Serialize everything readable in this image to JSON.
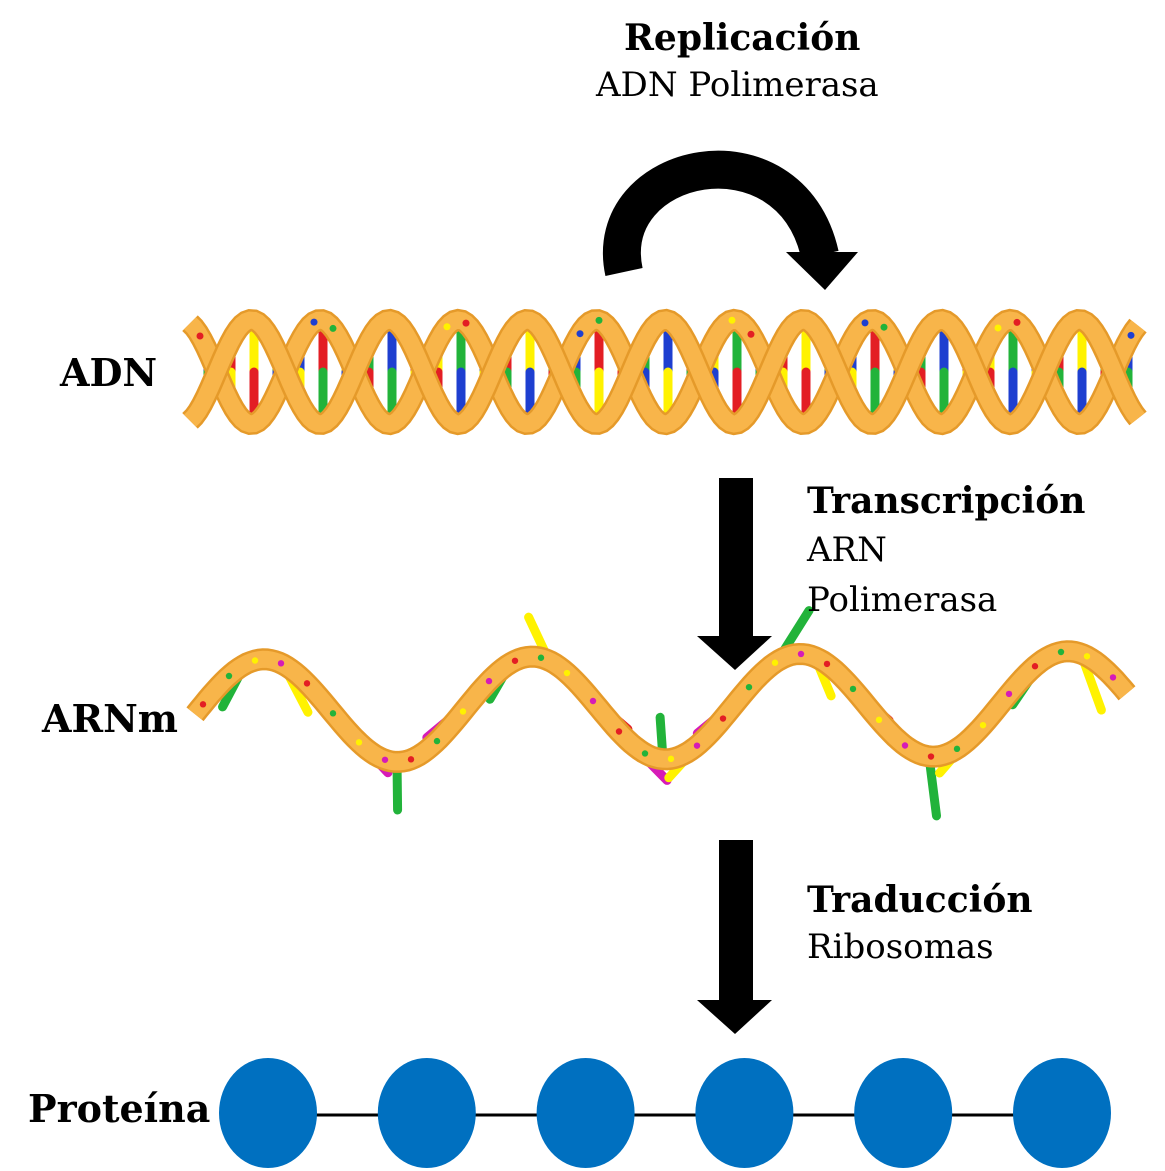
{
  "diagram": {
    "labels": {
      "dna": "ADN",
      "mrna": "ARNm",
      "protein": "Proteína"
    },
    "replication": {
      "title": "Replicación",
      "enzyme": "ADN Polimerasa"
    },
    "transcription": {
      "title": "Transcripción",
      "enzyme_line1": "ARN",
      "enzyme_line2": "Polimerasa"
    },
    "translation": {
      "title": "Traducción",
      "enzyme": "Ribosomas"
    },
    "colors": {
      "backbone": "#F8B54A",
      "backbone_shadow": "#E59A2A",
      "base_red": "#E31E24",
      "base_blue": "#1E3FD0",
      "base_green": "#22B33A",
      "base_yellow": "#FFF200",
      "base_magenta": "#D61BB7",
      "arrow": "#000000",
      "protein_bead": "#0070C0"
    },
    "protein_bead_count": 6
  }
}
